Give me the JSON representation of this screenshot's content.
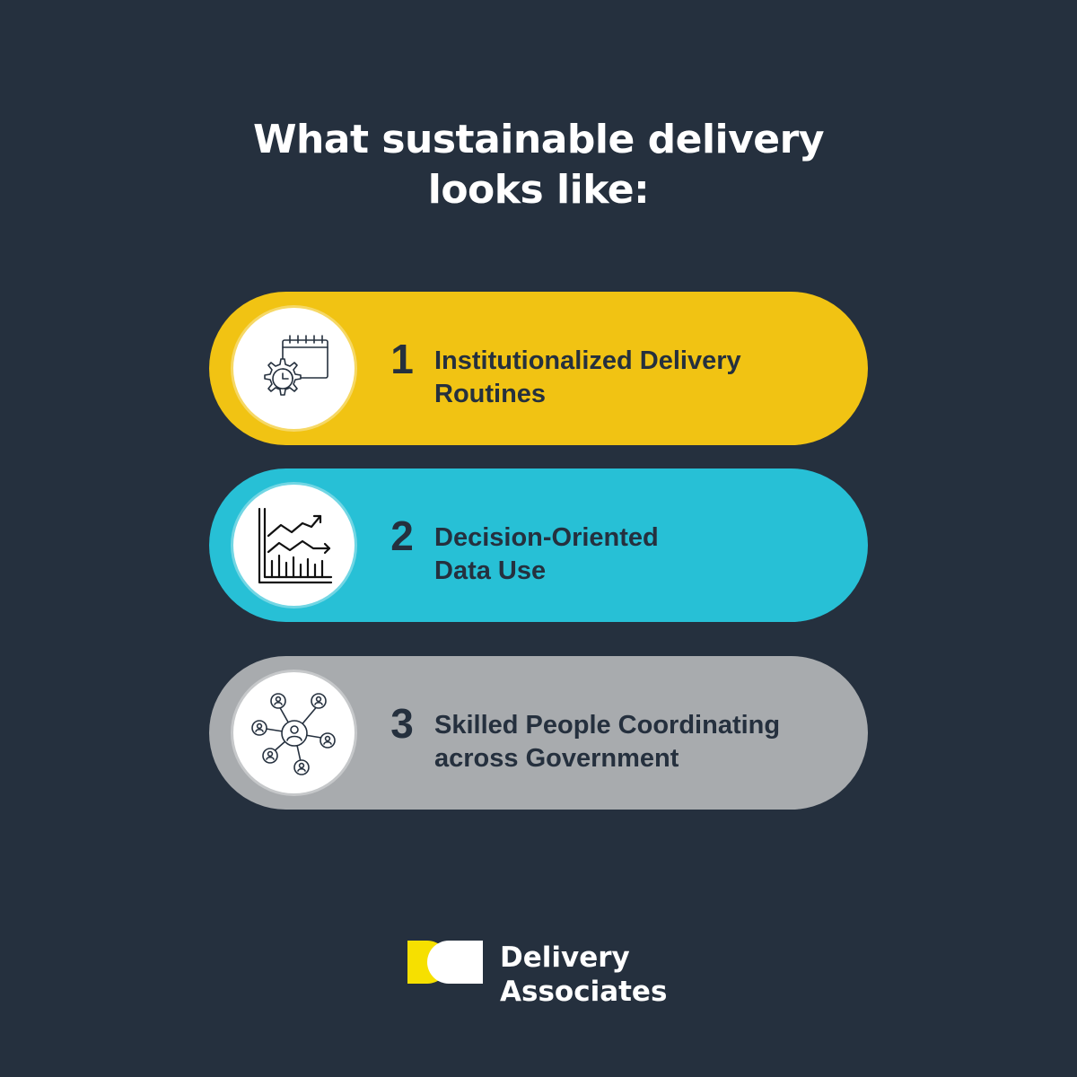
{
  "header": {
    "title_line1": "What sustainable delivery",
    "title_line2": "looks like:"
  },
  "items": [
    {
      "number": "1",
      "label_line1": "Institutionalized Delivery",
      "label_line2": "Routines",
      "icon": "calendar-gear-icon",
      "color": "#f1c313"
    },
    {
      "number": "2",
      "label_line1": "Decision-Oriented",
      "label_line2": "Data Use",
      "icon": "line-chart-icon",
      "color": "#27c0d6"
    },
    {
      "number": "3",
      "label_line1": "Skilled People Coordinating",
      "label_line2": "across Government",
      "icon": "people-network-icon",
      "color": "#a8abae"
    }
  ],
  "logo": {
    "line1": "Delivery",
    "line2": "Associates",
    "mark_colors": [
      "#f6e000",
      "#ffffff"
    ]
  },
  "colors": {
    "background": "#25303e",
    "text_dark": "#25303e",
    "text_light": "#ffffff"
  }
}
